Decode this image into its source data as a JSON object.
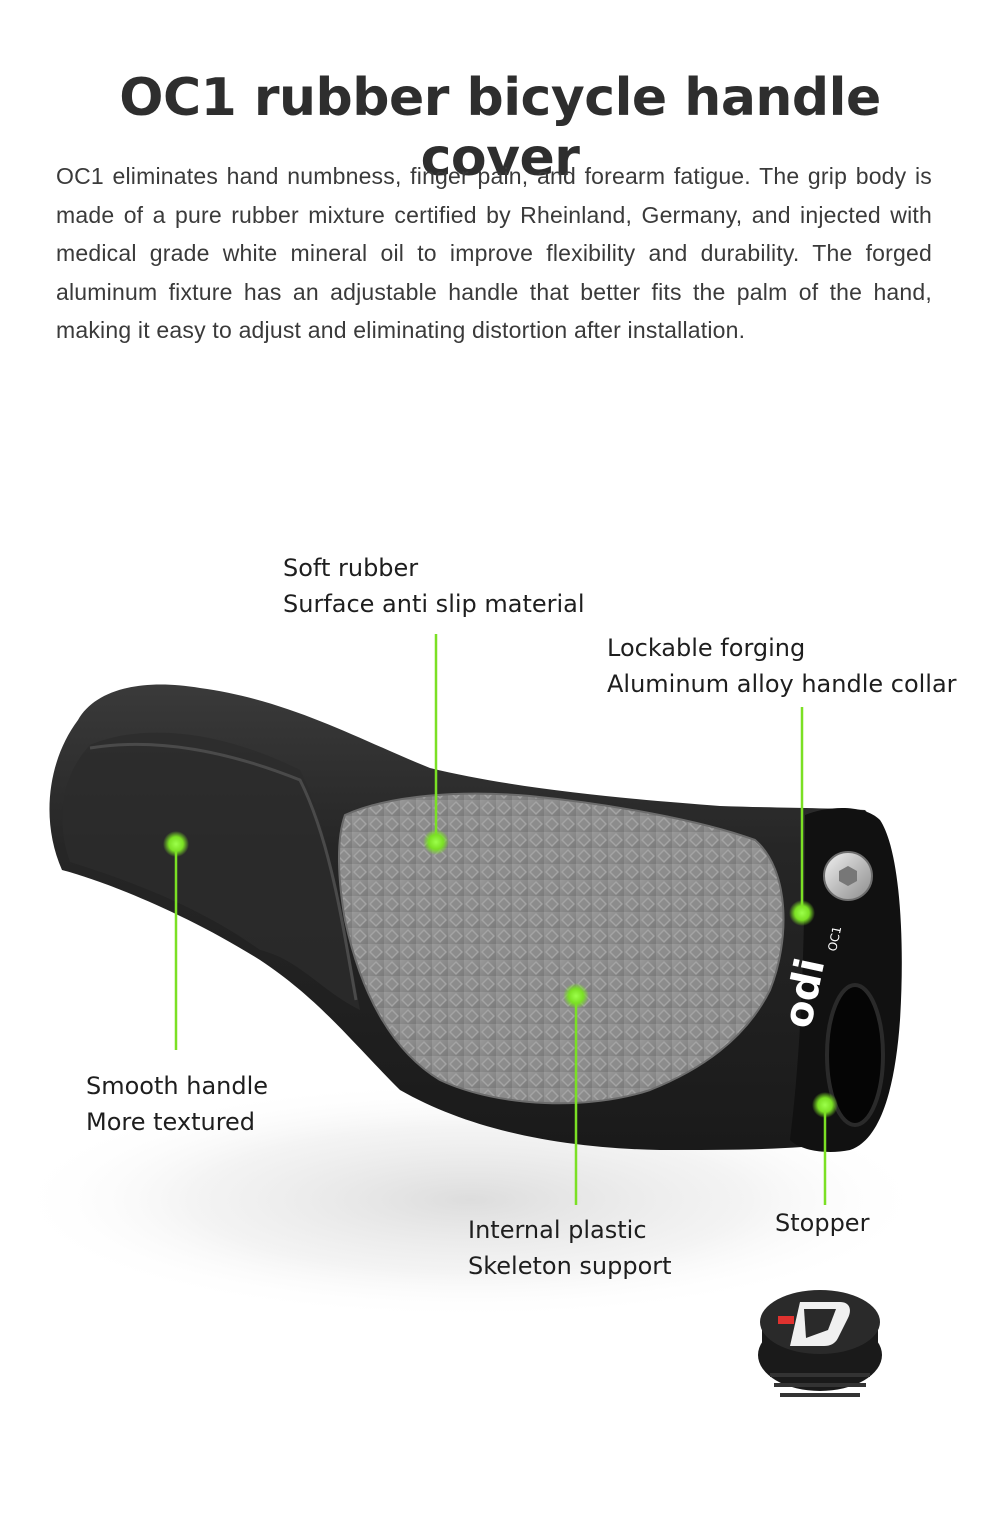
{
  "header": {
    "title": "OC1 rubber bicycle handle cover",
    "description": "OC1 eliminates hand numbness, finger pain, and forearm fatigue. The grip body is made of a pure rubber mixture certified by Rheinland, Germany, and injected with medical grade white mineral oil to improve flexibility and durability. The forged aluminum fixture has an adjustable handle that better fits the palm of the hand, making it easy to adjust and eliminating distortion after installation."
  },
  "callouts": {
    "soft_rubber": {
      "line1": "Soft rubber",
      "line2": "Surface anti slip material"
    },
    "lockable_forging": {
      "line1": "Lockable forging",
      "line2": "Aluminum alloy handle collar"
    },
    "smooth_handle": {
      "line1": "Smooth handle",
      "line2": "More textured"
    },
    "internal_plastic": {
      "line1": "Internal plastic",
      "line2": "Skeleton support"
    },
    "stopper": {
      "line1": "Stopper"
    }
  },
  "product": {
    "brand_logo": "odi",
    "model_mark": "OC1"
  },
  "colors": {
    "accent_green": "#8ee83a",
    "grip_black": "#222222",
    "rubber_gray": "#8a8a8a",
    "text_dark": "#333333"
  }
}
